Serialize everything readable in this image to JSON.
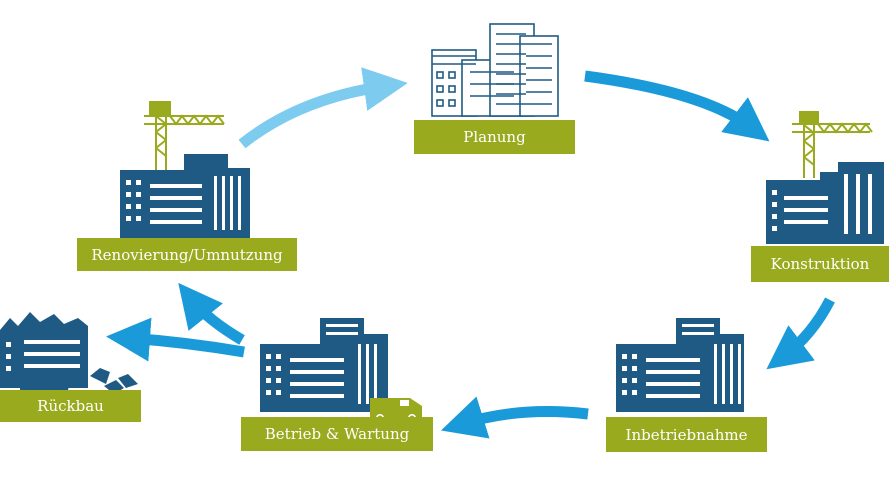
{
  "colors": {
    "accent_green": "#9aaa1f",
    "building_blue": "#1f5a84",
    "outline_blue": "#1f5a84",
    "arrow_blue": "#1a9ad9",
    "arrow_light_blue": "#7ecbf0",
    "crane_green": "#9aaa1f"
  },
  "stages": [
    {
      "id": "planung",
      "label": "Planung",
      "icon": "outline-building-icon"
    },
    {
      "id": "konstruktion",
      "label": "Konstruktion",
      "icon": "building-with-crane-icon"
    },
    {
      "id": "inbetriebnahme",
      "label": "Inbetriebnahme",
      "icon": "building-icon"
    },
    {
      "id": "betrieb",
      "label": "Betrieb & Wartung",
      "icon": "building-with-van-icon"
    },
    {
      "id": "rueckbau",
      "label": "Rückbau",
      "icon": "demolished-building-icon"
    },
    {
      "id": "renovierung",
      "label": "Renovierung/Umnutzung",
      "icon": "building-with-crane-icon"
    }
  ]
}
